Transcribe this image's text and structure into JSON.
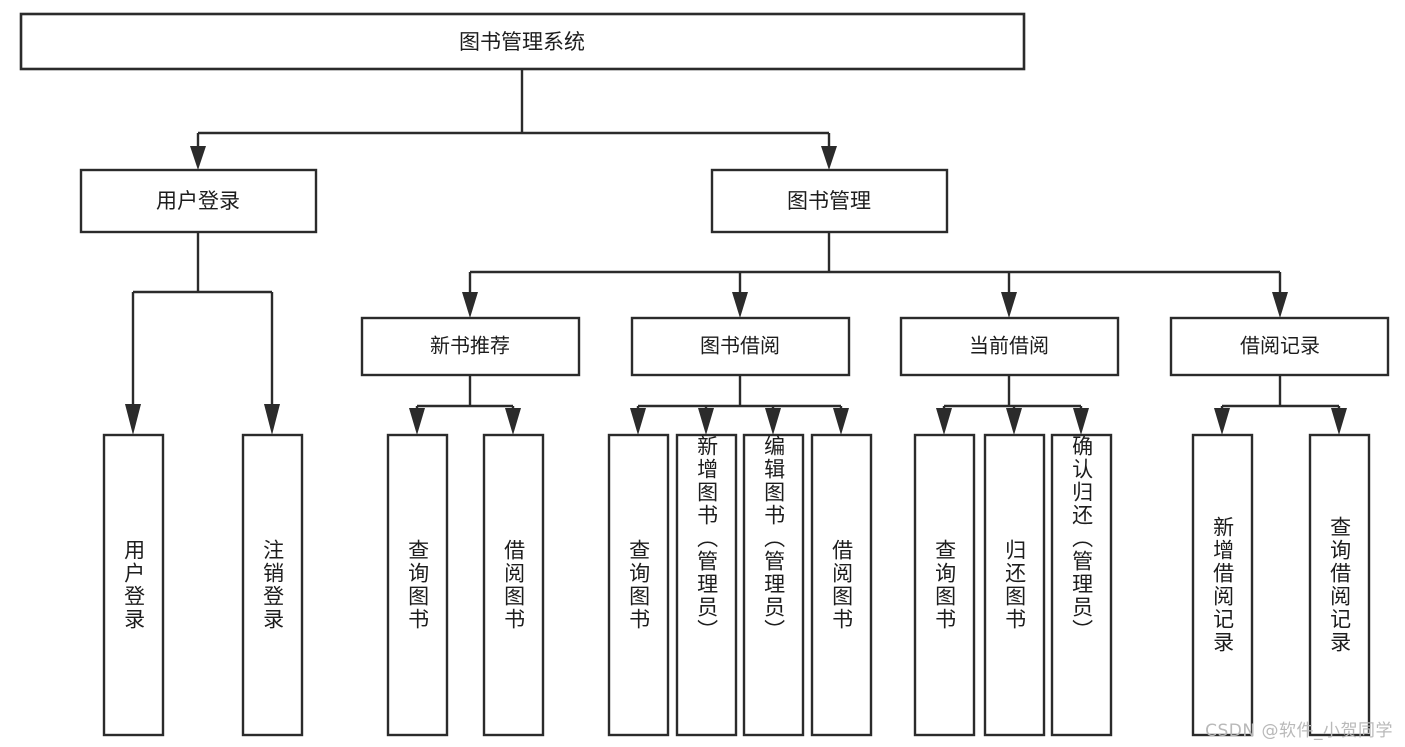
{
  "diagram": {
    "title": "图书管理系统",
    "type": "hierarchy-tree",
    "root": {
      "id": "root",
      "label": "图书管理系统",
      "orientation": "horizontal"
    },
    "level2": [
      {
        "id": "user-login",
        "label": "用户登录",
        "orientation": "horizontal"
      },
      {
        "id": "book-manage",
        "label": "图书管理",
        "orientation": "horizontal"
      }
    ],
    "level3": [
      {
        "id": "new-book-recommend",
        "label": "新书推荐",
        "orientation": "horizontal",
        "parent": "book-manage"
      },
      {
        "id": "book-borrow",
        "label": "图书借阅",
        "orientation": "horizontal",
        "parent": "book-manage"
      },
      {
        "id": "current-borrow",
        "label": "当前借阅",
        "orientation": "horizontal",
        "parent": "book-manage"
      },
      {
        "id": "borrow-record",
        "label": "借阅记录",
        "orientation": "horizontal",
        "parent": "book-manage"
      }
    ],
    "leaves": [
      {
        "id": "leaf-user-login",
        "label": "用户登录",
        "parent": "user-login",
        "orientation": "vertical"
      },
      {
        "id": "leaf-logout-login",
        "label": "注销登录",
        "parent": "user-login",
        "orientation": "vertical"
      },
      {
        "id": "leaf-query-book-1",
        "label": "查询图书",
        "parent": "new-book-recommend",
        "orientation": "vertical"
      },
      {
        "id": "leaf-borrow-book-1",
        "label": "借阅图书",
        "parent": "new-book-recommend",
        "orientation": "vertical"
      },
      {
        "id": "leaf-query-book-2",
        "label": "查询图书",
        "parent": "book-borrow",
        "orientation": "vertical"
      },
      {
        "id": "leaf-add-book-admin",
        "label": "新增图书（管理员）",
        "parent": "book-borrow",
        "orientation": "vertical"
      },
      {
        "id": "leaf-edit-book-admin",
        "label": "编辑图书（管理员）",
        "parent": "book-borrow",
        "orientation": "vertical"
      },
      {
        "id": "leaf-borrow-book-2",
        "label": "借阅图书",
        "parent": "book-borrow",
        "orientation": "vertical"
      },
      {
        "id": "leaf-query-book-3",
        "label": "查询图书",
        "parent": "current-borrow",
        "orientation": "vertical"
      },
      {
        "id": "leaf-return-book",
        "label": "归还图书",
        "parent": "current-borrow",
        "orientation": "vertical"
      },
      {
        "id": "leaf-confirm-return-admin",
        "label": "确认归还（管理员）",
        "parent": "current-borrow",
        "orientation": "vertical"
      },
      {
        "id": "leaf-add-borrow-record",
        "label": "新增借阅记录",
        "parent": "borrow-record",
        "orientation": "vertical"
      },
      {
        "id": "leaf-query-borrow-record",
        "label": "查询借阅记录",
        "parent": "borrow-record",
        "orientation": "vertical"
      }
    ]
  },
  "watermark": {
    "text": "CSDN @软件_小贺同学"
  },
  "colors": {
    "background": "#ffffff",
    "box_fill": "#ffffff",
    "box_stroke": "#2b2b2b",
    "text": "#1d1d1d",
    "watermark": "#b9b9b9"
  }
}
